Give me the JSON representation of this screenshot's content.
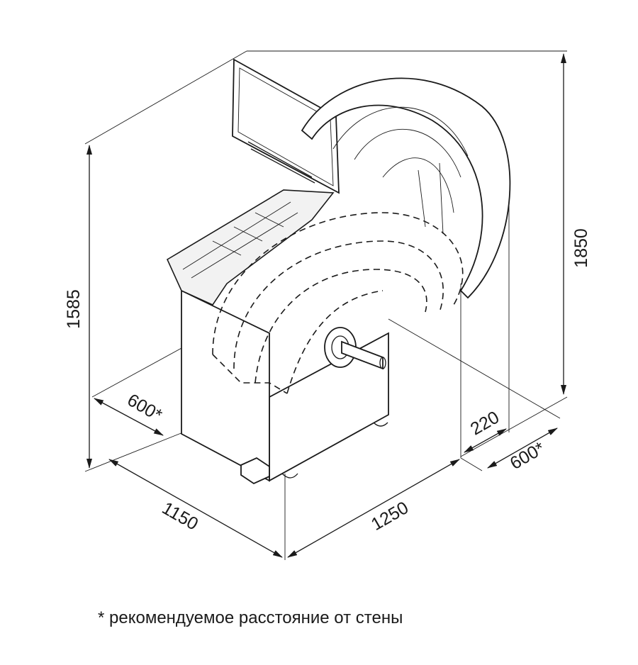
{
  "dimensions": {
    "height_total": "1850",
    "height_body": "1585",
    "depth": "1150",
    "width": "1250",
    "clearance": "220",
    "wall_distance_left": "600*",
    "wall_distance_right": "600*"
  },
  "footnote": "* рекомендуемое расстояние от стены",
  "colors": {
    "line": "#1a1a1a",
    "background": "#ffffff"
  },
  "objects": {
    "machine": "wheel-balancer",
    "icons": [
      "arrow-icon"
    ]
  }
}
